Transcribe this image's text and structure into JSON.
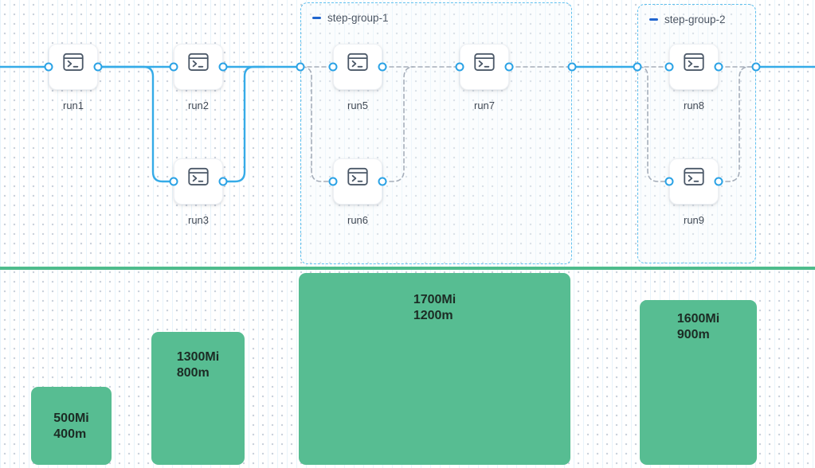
{
  "workflow": {
    "groups": [
      {
        "id": "step-group-1",
        "label": "step-group-1"
      },
      {
        "id": "step-group-2",
        "label": "step-group-2"
      }
    ],
    "nodes": [
      {
        "id": "run1",
        "label": "run1",
        "icon": "terminal-icon",
        "badge_icon": "code-icon"
      },
      {
        "id": "run2",
        "label": "run2",
        "icon": "terminal-icon",
        "badge_icon": "code-icon"
      },
      {
        "id": "run3",
        "label": "run3",
        "icon": "terminal-icon",
        "badge_icon": "code-icon"
      },
      {
        "id": "run5",
        "label": "run5",
        "icon": "terminal-icon",
        "badge_icon": "code-icon"
      },
      {
        "id": "run6",
        "label": "run6",
        "icon": "terminal-icon",
        "badge_icon": "code-icon"
      },
      {
        "id": "run7",
        "label": "run7",
        "icon": "terminal-icon",
        "badge_icon": "code-icon"
      },
      {
        "id": "run8",
        "label": "run8",
        "icon": "terminal-icon",
        "badge_icon": "code-icon"
      },
      {
        "id": "run9",
        "label": "run9",
        "icon": "terminal-icon",
        "badge_icon": "code-icon"
      }
    ],
    "node_badge_glyph": "</>",
    "edges_solid": [
      "start-run1",
      "run1-run2",
      "run1-run3",
      "run2-group1",
      "run3-merge",
      "group1-group2",
      "group2-end"
    ],
    "edges_dashed": [
      "group1-run5",
      "group1-run6",
      "run5-run7",
      "run6-run7",
      "run7-group1out",
      "group2-run8",
      "group2-run9",
      "run8-group2out",
      "run9-group2out"
    ]
  },
  "chart_data": {
    "type": "bar",
    "title": "",
    "units": {
      "memory": "Mi",
      "cpu": "m"
    },
    "bars": [
      {
        "memory_label": "500Mi",
        "cpu_label": "400m",
        "memory_mi": 500,
        "cpu_m": 400
      },
      {
        "memory_label": "1300Mi",
        "cpu_label": "800m",
        "memory_mi": 1300,
        "cpu_m": 800
      },
      {
        "memory_label": "1700Mi",
        "cpu_label": "1200m",
        "memory_mi": 1700,
        "cpu_m": 1200
      },
      {
        "memory_label": "1600Mi",
        "cpu_label": "900m",
        "memory_mi": 1600,
        "cpu_m": 900
      }
    ]
  },
  "colors": {
    "edge_blue": "#35abe8",
    "port_ring_blue": "#2aa2e5",
    "dashed_edge_gray": "#a6aeba",
    "group_border_blue": "#5fc0ef",
    "group_dash_icon_blue": "#2166cf",
    "bar_green": "#57bd92",
    "divider_green": "#4ebc8c",
    "node_icon_slate": "#4b5868"
  }
}
